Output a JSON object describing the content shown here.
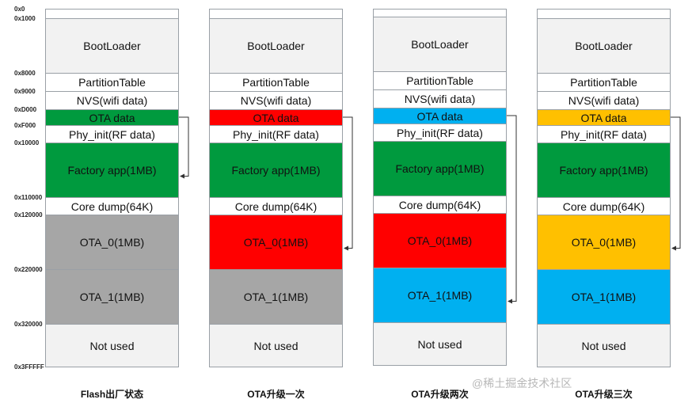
{
  "addresses": [
    "0x0",
    "0x1000",
    "0x8000",
    "0x9000",
    "0xD000",
    "0xF000",
    "0x10000",
    "0x110000",
    "0x120000",
    "0x220000",
    "0x320000",
    "0x3FFFFF"
  ],
  "columns": [
    {
      "caption": "Flash出厂状态",
      "cells": [
        {
          "label": "",
          "fill": "#ffffff"
        },
        {
          "label": "BootLoader",
          "fill": "#f2f2f2"
        },
        {
          "label": "PartitionTable",
          "fill": "#ffffff"
        },
        {
          "label": "NVS(wifi data)",
          "fill": "#ffffff"
        },
        {
          "label": "OTA data",
          "fill": "#009a3e"
        },
        {
          "label": "Phy_init(RF data)",
          "fill": "#ffffff"
        },
        {
          "label": "Factory app(1MB)",
          "fill": "#009a3e"
        },
        {
          "label": "Core dump(64K)",
          "fill": "#ffffff"
        },
        {
          "label": "OTA_0(1MB)",
          "fill": "#a6a6a6"
        },
        {
          "label": "OTA_1(1MB)",
          "fill": "#a6a6a6"
        },
        {
          "label": "Not used",
          "fill": "#f2f2f2"
        }
      ]
    },
    {
      "caption": "OTA升级一次",
      "cells": [
        {
          "label": "",
          "fill": "#ffffff"
        },
        {
          "label": "BootLoader",
          "fill": "#f2f2f2"
        },
        {
          "label": "PartitionTable",
          "fill": "#ffffff"
        },
        {
          "label": "NVS(wifi data)",
          "fill": "#ffffff"
        },
        {
          "label": "OTA data",
          "fill": "#ff0000"
        },
        {
          "label": "Phy_init(RF data)",
          "fill": "#ffffff"
        },
        {
          "label": "Factory app(1MB)",
          "fill": "#009a3e"
        },
        {
          "label": "Core dump(64K)",
          "fill": "#ffffff"
        },
        {
          "label": "OTA_0(1MB)",
          "fill": "#ff0000"
        },
        {
          "label": "OTA_1(1MB)",
          "fill": "#a6a6a6"
        },
        {
          "label": "Not used",
          "fill": "#f2f2f2"
        }
      ]
    },
    {
      "caption": "OTA升级两次",
      "cells": [
        {
          "label": "",
          "fill": "#ffffff"
        },
        {
          "label": "BootLoader",
          "fill": "#f2f2f2"
        },
        {
          "label": "PartitionTable",
          "fill": "#ffffff"
        },
        {
          "label": "NVS(wifi data)",
          "fill": "#ffffff"
        },
        {
          "label": "OTA data",
          "fill": "#00b0f0"
        },
        {
          "label": "Phy_init(RF data)",
          "fill": "#ffffff"
        },
        {
          "label": "Factory app(1MB)",
          "fill": "#009a3e"
        },
        {
          "label": "Core dump(64K)",
          "fill": "#ffffff"
        },
        {
          "label": "OTA_0(1MB)",
          "fill": "#ff0000"
        },
        {
          "label": "OTA_1(1MB)",
          "fill": "#00b0f0"
        },
        {
          "label": "Not used",
          "fill": "#f2f2f2"
        }
      ]
    },
    {
      "caption": "OTA升级三次",
      "cells": [
        {
          "label": "",
          "fill": "#ffffff"
        },
        {
          "label": "BootLoader",
          "fill": "#f2f2f2"
        },
        {
          "label": "PartitionTable",
          "fill": "#ffffff"
        },
        {
          "label": "NVS(wifi data)",
          "fill": "#ffffff"
        },
        {
          "label": "OTA data",
          "fill": "#ffc000"
        },
        {
          "label": "Phy_init(RF data)",
          "fill": "#ffffff"
        },
        {
          "label": "Factory app(1MB)",
          "fill": "#009a3e"
        },
        {
          "label": "Core dump(64K)",
          "fill": "#ffffff"
        },
        {
          "label": "OTA_0(1MB)",
          "fill": "#ffc000"
        },
        {
          "label": "OTA_1(1MB)",
          "fill": "#00b0f0"
        },
        {
          "label": "Not used",
          "fill": "#f2f2f2"
        }
      ]
    }
  ],
  "watermark": "@稀土掘金技术社区"
}
